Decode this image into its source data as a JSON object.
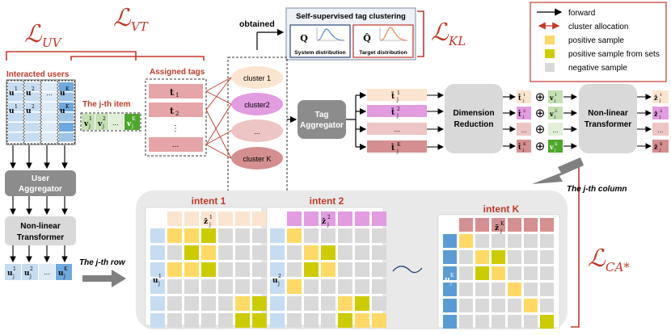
{
  "loss": {
    "uv": "UV",
    "vt": "VT",
    "kl": "KL",
    "ca": "CA*"
  },
  "legend": {
    "forward": "forward",
    "cluster_allocation": "cluster allocation",
    "positive": "positive sample",
    "positive_sets": "positive sample from sets",
    "negative": "negative sample"
  },
  "clustering": {
    "title": "Self-supervised tag clustering",
    "system": "System distribution",
    "target": "Target distribution",
    "q": "Q",
    "qhat": "Q̂",
    "obtained": "obtained"
  },
  "labels": {
    "interacted_users": "Interacted users",
    "jth_item": "The j-th item",
    "assigned_tags": "Assigned tags",
    "user_aggregator_1": "User",
    "user_aggregator_2": "Aggregator",
    "nonlinear_1": "Non-linear",
    "nonlinear_2": "Transformer",
    "tag_aggregator_1": "Tag",
    "tag_aggregator_2": "Aggregator",
    "dim_red_1": "Dimension",
    "dim_red_2": "Reduction",
    "jth_column": "The j-th column",
    "jth_row": "The j-th row",
    "dots": "..."
  },
  "clusters": [
    "cluster 1",
    "cluster2",
    "...",
    "cluster K"
  ],
  "tags": [
    "t1",
    "t2",
    "⋮",
    "..."
  ],
  "intents": [
    "intent 1",
    "intent 2",
    "intent K"
  ],
  "colors": {
    "red": "#c0392b",
    "blue_light": "#c6dcf1",
    "blue": "#6fa8dc",
    "pink": "#e6a5a8",
    "magenta": "#e8a0e0",
    "peach": "#f6d2b8",
    "rose": "#d58f90",
    "green": "#9cce7c",
    "green_dark": "#4ea72c",
    "yellow": "#ffd966",
    "olive": "#cccc00",
    "gray": "#d9d9d9",
    "gray_dark": "#8c8c8c"
  }
}
